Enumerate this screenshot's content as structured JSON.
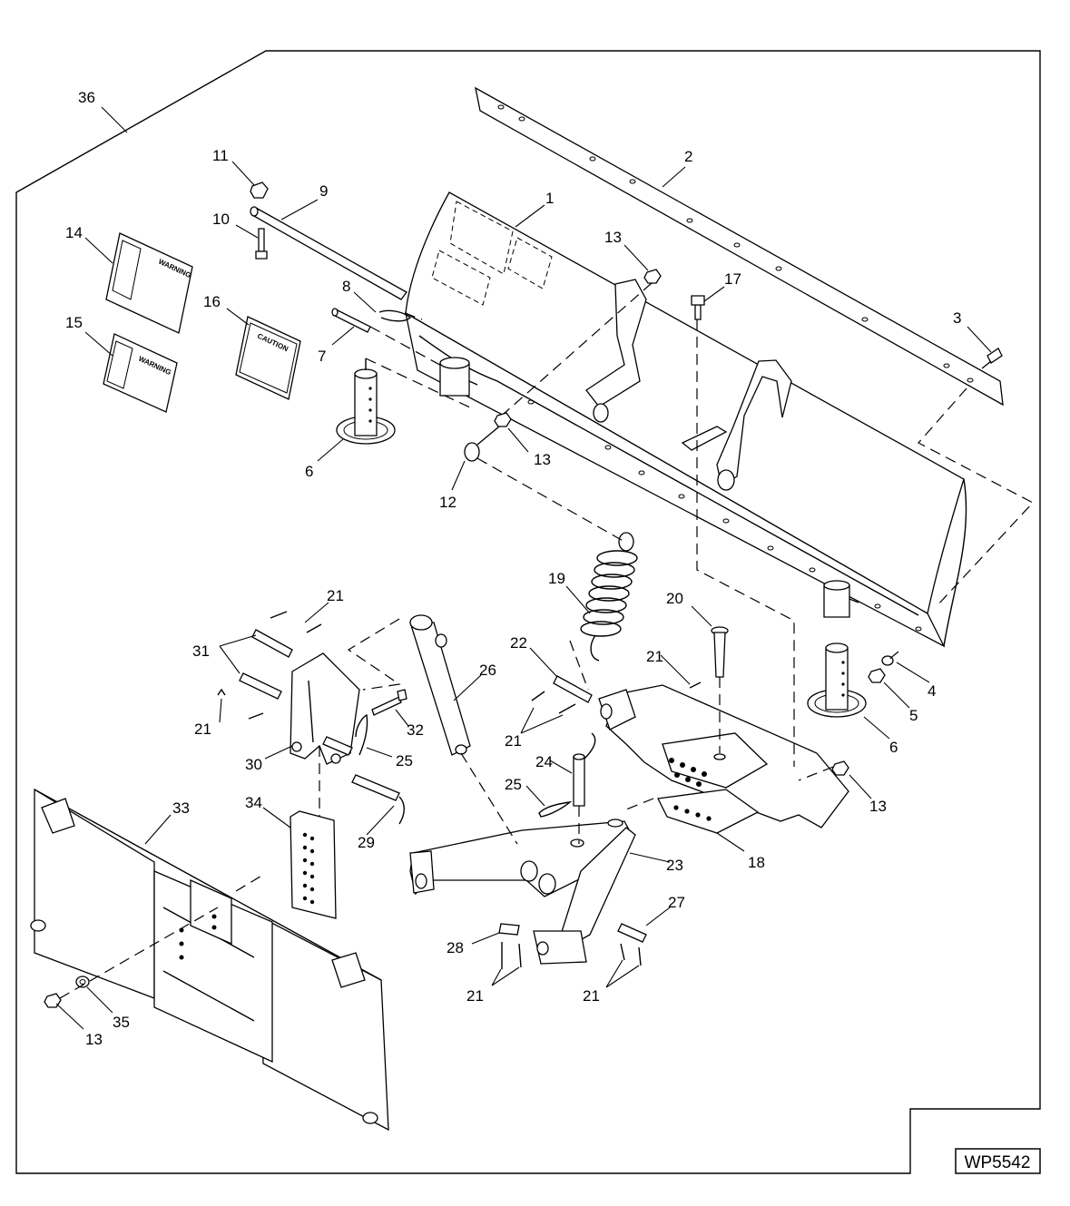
{
  "figure_id": "WP5542",
  "decals": {
    "warning_1": "WARNING",
    "warning_2": "WARNING",
    "caution": "CAUTION"
  },
  "callouts": [
    {
      "id": "c36",
      "label": "36"
    },
    {
      "id": "c11",
      "label": "11"
    },
    {
      "id": "c9",
      "label": "9"
    },
    {
      "id": "c10",
      "label": "10"
    },
    {
      "id": "c14",
      "label": "14"
    },
    {
      "id": "c15",
      "label": "15"
    },
    {
      "id": "c16",
      "label": "16"
    },
    {
      "id": "c8",
      "label": "8"
    },
    {
      "id": "c7",
      "label": "7"
    },
    {
      "id": "c6a",
      "label": "6"
    },
    {
      "id": "c1",
      "label": "1"
    },
    {
      "id": "c2",
      "label": "2"
    },
    {
      "id": "c13a",
      "label": "13"
    },
    {
      "id": "c17",
      "label": "17"
    },
    {
      "id": "c3",
      "label": "3"
    },
    {
      "id": "c13b",
      "label": "13"
    },
    {
      "id": "c12",
      "label": "12"
    },
    {
      "id": "c19",
      "label": "19"
    },
    {
      "id": "c20",
      "label": "20"
    },
    {
      "id": "c21a",
      "label": "21"
    },
    {
      "id": "c31",
      "label": "31"
    },
    {
      "id": "c21b",
      "label": "21"
    },
    {
      "id": "c26",
      "label": "26"
    },
    {
      "id": "c22",
      "label": "22"
    },
    {
      "id": "c21c",
      "label": "21"
    },
    {
      "id": "c21d",
      "label": "21"
    },
    {
      "id": "c4",
      "label": "4"
    },
    {
      "id": "c5",
      "label": "5"
    },
    {
      "id": "c6b",
      "label": "6"
    },
    {
      "id": "c32",
      "label": "32"
    },
    {
      "id": "c30",
      "label": "30"
    },
    {
      "id": "c25a",
      "label": "25"
    },
    {
      "id": "c24",
      "label": "24"
    },
    {
      "id": "c25b",
      "label": "25"
    },
    {
      "id": "c13c",
      "label": "13"
    },
    {
      "id": "c33",
      "label": "33"
    },
    {
      "id": "c34",
      "label": "34"
    },
    {
      "id": "c29",
      "label": "29"
    },
    {
      "id": "c23",
      "label": "23"
    },
    {
      "id": "c18",
      "label": "18"
    },
    {
      "id": "c27",
      "label": "27"
    },
    {
      "id": "c28",
      "label": "28"
    },
    {
      "id": "c21e",
      "label": "21"
    },
    {
      "id": "c21f",
      "label": "21"
    },
    {
      "id": "c35",
      "label": "35"
    },
    {
      "id": "c13d",
      "label": "13"
    }
  ]
}
